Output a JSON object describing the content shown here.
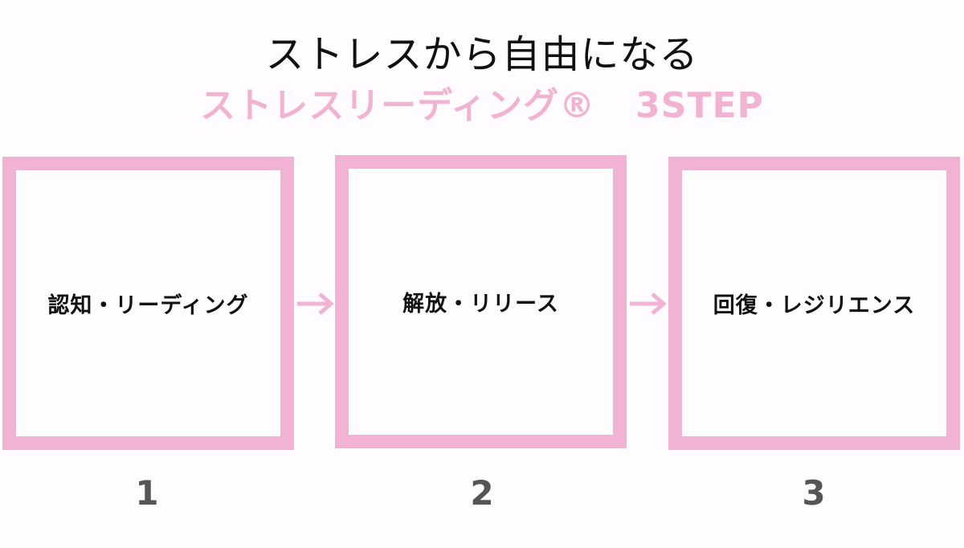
{
  "header": {
    "title": "ストレスから自由になる",
    "subtitle_main": "ストレスリーディング®",
    "subtitle_suffix": "3STEP"
  },
  "steps": [
    {
      "number": "1",
      "label": "認知・リーディング"
    },
    {
      "number": "2",
      "label": "解放・リリース"
    },
    {
      "number": "3",
      "label": "回復・レジリエンス"
    }
  ],
  "colors": {
    "accent_pink": "#f2b2d3",
    "title_text": "#111111",
    "number_text": "#555555"
  },
  "icons": {
    "arrow": "arrow-right-icon"
  }
}
